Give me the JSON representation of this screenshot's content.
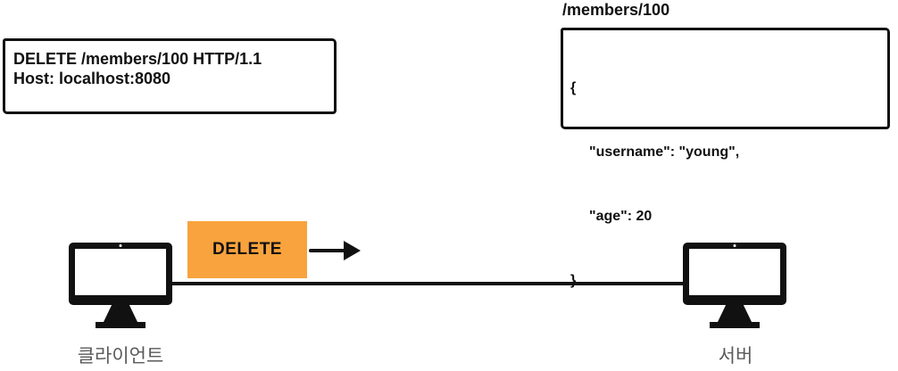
{
  "request_box": {
    "line1": "DELETE /members/100 HTTP/1.1",
    "line2": "Host: localhost:8080"
  },
  "resource": {
    "title": "/members/100",
    "lines": [
      "{",
      "\"username\": \"young\",",
      "\"age\": 20",
      "}"
    ]
  },
  "flow": {
    "method_label": "DELETE",
    "client_label": "클라이언트",
    "server_label": "서버"
  },
  "colors": {
    "method-bg": "#F8A33D",
    "stroke": "#111111",
    "label-gray": "#5A5A5A"
  }
}
